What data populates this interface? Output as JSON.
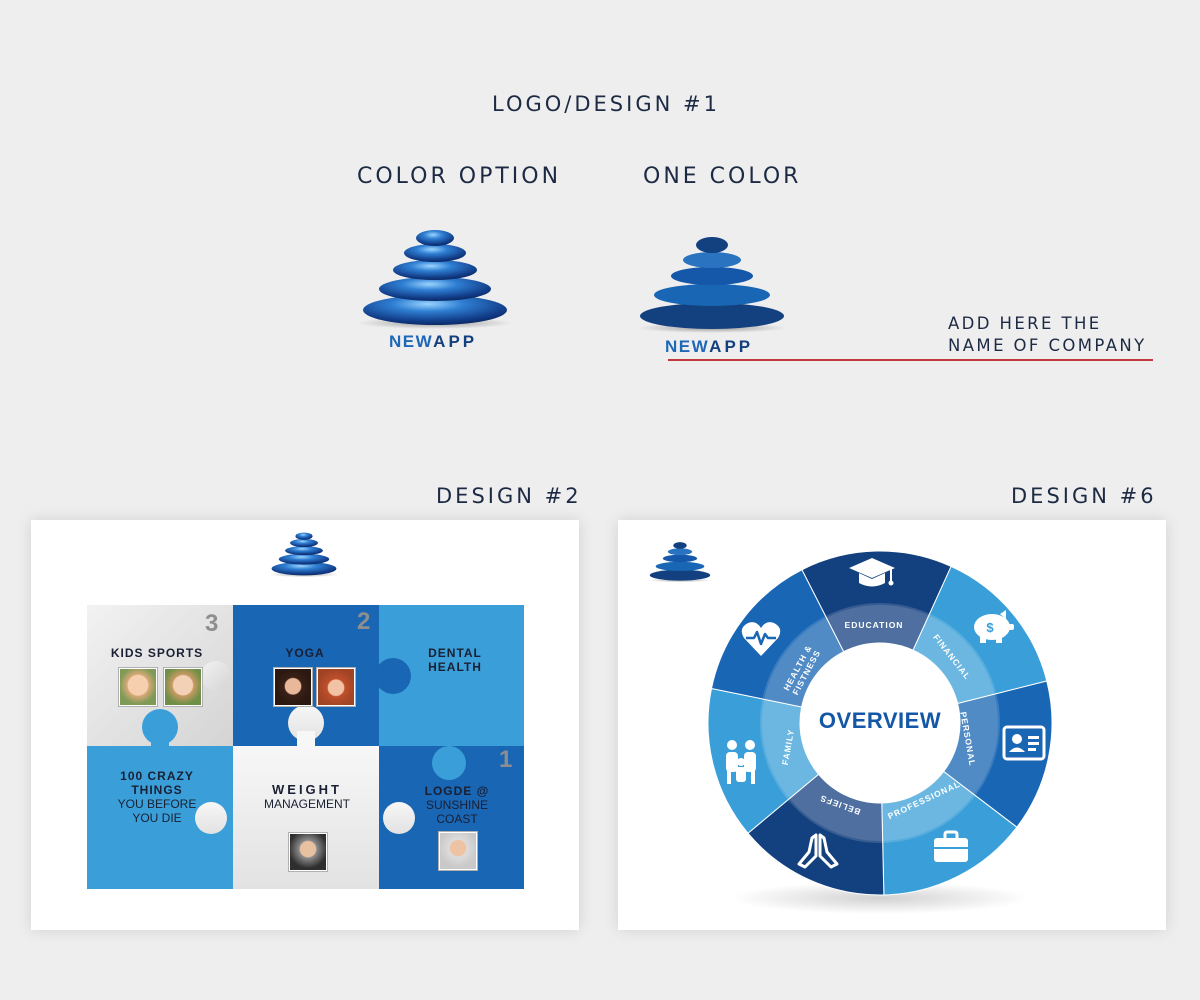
{
  "headings": {
    "logo_design": "LOGO/DESIGN #1",
    "color_option": "COLOR OPTION",
    "one_color": "ONE COLOR",
    "design2": "DESIGN #2",
    "design6": "DESIGN #6"
  },
  "brand": {
    "new": "NEW",
    "app": "APP"
  },
  "company": {
    "line1": "ADD HERE THE",
    "line2": "NAME OF COMPANY"
  },
  "colors": {
    "navy": "#13407f",
    "blue": "#1866b4",
    "light_blue": "#3a9fd8",
    "accent_red": "#c5363d"
  },
  "puzzle": {
    "kids_sports": {
      "number": "3",
      "title": "KIDS SPORTS"
    },
    "yoga": {
      "number": "2",
      "title": "YOGA"
    },
    "dental": {
      "line1": "DENTAL",
      "line2": "HEALTH"
    },
    "crazy": {
      "line1": "100 CRAZY",
      "line2": "THINGS",
      "line3": "YOU BEFORE",
      "line4": "YOU DIE"
    },
    "weight": {
      "line1": "WEIGHT",
      "line2": "MANAGEMENT"
    },
    "lodge": {
      "number": "1",
      "line1": "LOGDE @",
      "line2": "SUNSHINE",
      "line3": "COAST"
    }
  },
  "wheel": {
    "center": "OVERVIEW",
    "labels": {
      "education": "EDUCATION",
      "financial": "FINANCIAL",
      "personal": "PERSONAL",
      "professional": "PROFESSIONAL",
      "beliefs": "BELIEFS",
      "family": "FAMILY",
      "health1": "HEALTH &",
      "health2": "FISTNESS"
    },
    "icons": {
      "education": "graduation-cap-icon",
      "financial": "piggy-bank-icon",
      "personal": "id-card-icon",
      "professional": "briefcase-icon",
      "beliefs": "praying-hands-icon",
      "family": "family-icon",
      "health": "heart-pulse-icon"
    }
  }
}
